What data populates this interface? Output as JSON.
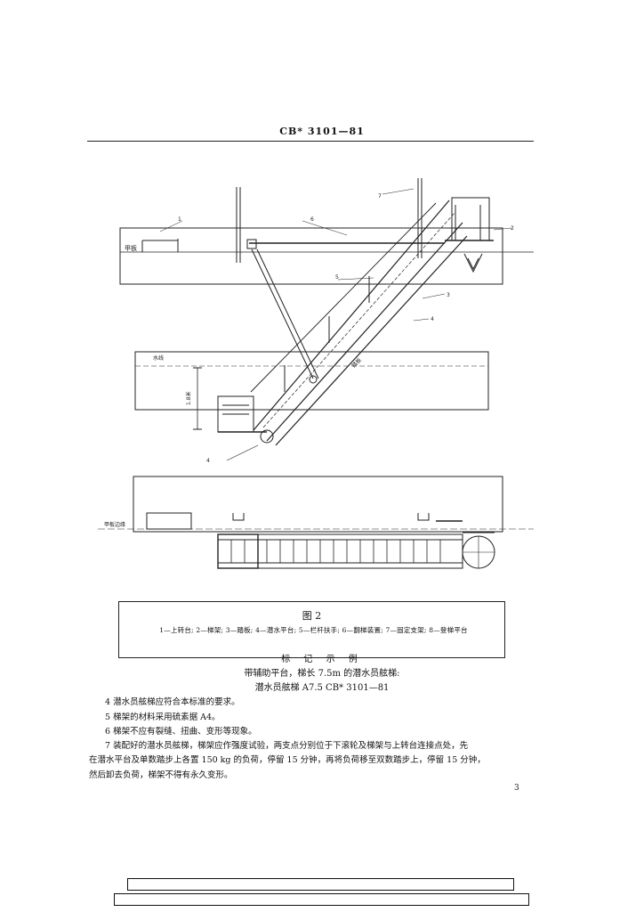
{
  "header": {
    "standard_code": "CB* 3101—81"
  },
  "figure": {
    "labels": {
      "deck": "甲板",
      "deck_edge": "甲板边缘",
      "waterline": "水线",
      "depth": "1.8米",
      "ladder_text": "踏板",
      "callouts": [
        "1",
        "2",
        "3",
        "4",
        "5",
        "6",
        "7",
        "4"
      ]
    },
    "caption_title": "图 2",
    "caption_legend": "1—上转台; 2—梯架; 3—踏板; 4—潜水平台; 5—栏杆扶手; 6—翻梯装置; 7—固定支架; 8—登梯平台"
  },
  "example": {
    "heading": "标 记 示 例",
    "line1": "带辅助平台，梯长 7.5m 的潜水员舷梯:",
    "line2": "潜水员舷梯   A7.5  CB* 3101—81"
  },
  "clauses": {
    "c4": "4   潜水员舷梯应符合本标准的要求。",
    "c5": "5   梯架的材料采用硫素据 A4。",
    "c6": "6   梯架不应有裂缝、扭曲、变形等现象。",
    "c7a": "7   装配好的潜水员舷梯，梯架应作强度试验，两支点分别位于下滚轮及梯架与上转台连接点处，先",
    "c7b": "在潜水平台及单数踏步上各置 150 kg 的负荷，停留 15 分钟，再将负荷移至双数踏步上，停留 15 分钟，",
    "c7c": "然后卸去负荷，梯架不得有永久变形。"
  },
  "page_number": "3"
}
